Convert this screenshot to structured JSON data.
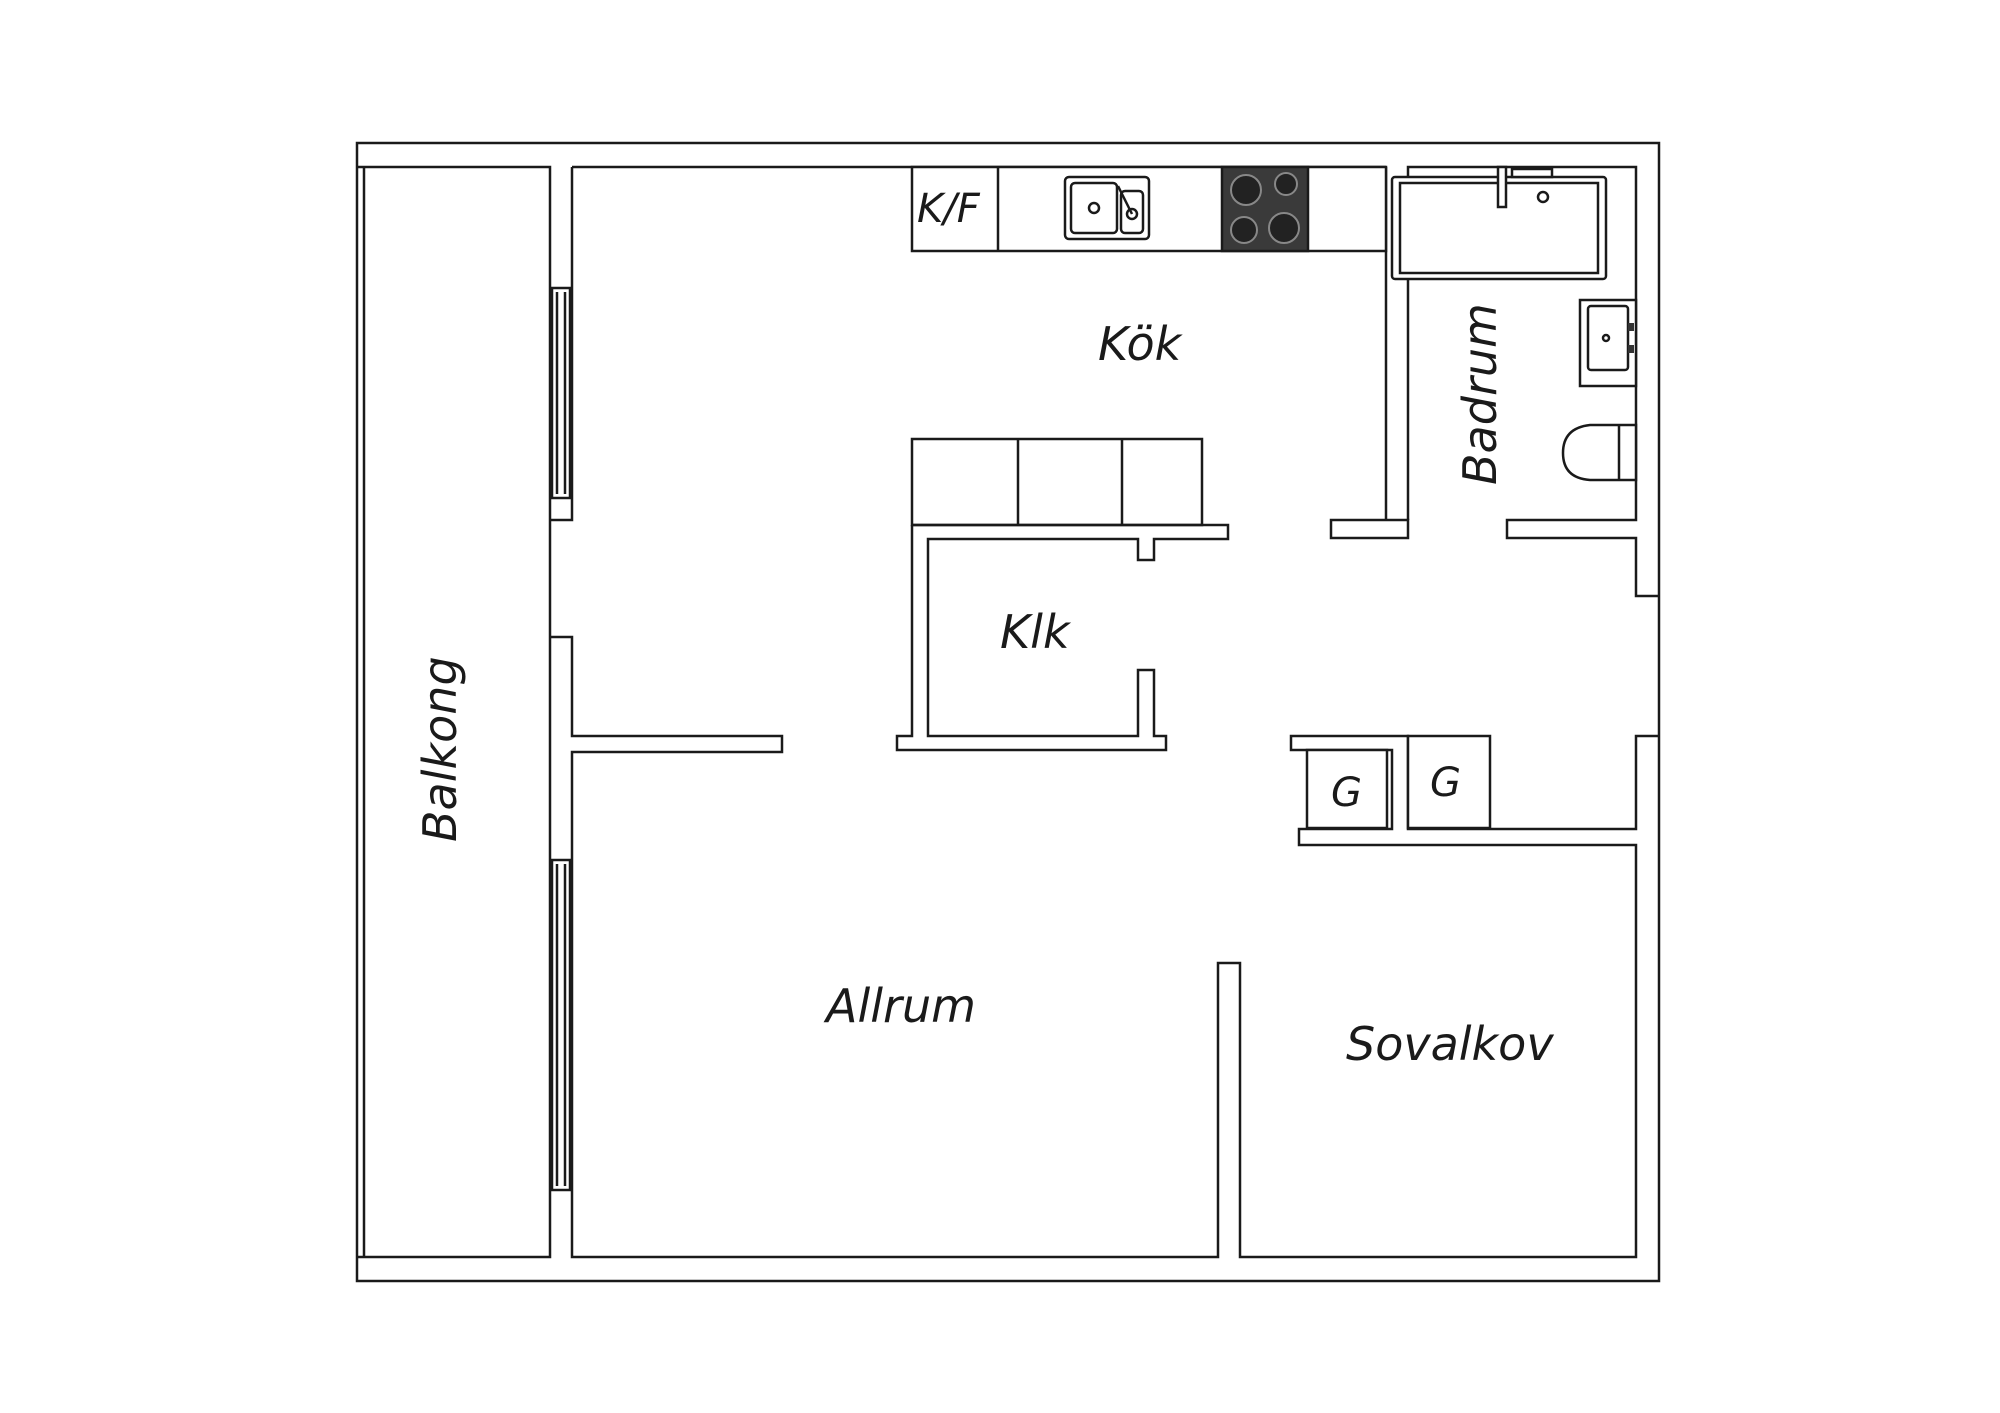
{
  "rooms": {
    "kok": "Kök",
    "badrum": "Badrum",
    "klk": "Klk",
    "balkong": "Balkong",
    "allrum": "Allrum",
    "sovalkov": "Sovalkov"
  },
  "fixtures": {
    "kf": "K/F",
    "g1": "G",
    "g2": "G"
  },
  "icons": {
    "sink": "kitchen-sink-icon",
    "stove": "stove-icon",
    "bathtub": "bathtub-icon",
    "washbasin": "washbasin-icon",
    "toilet": "toilet-icon"
  }
}
